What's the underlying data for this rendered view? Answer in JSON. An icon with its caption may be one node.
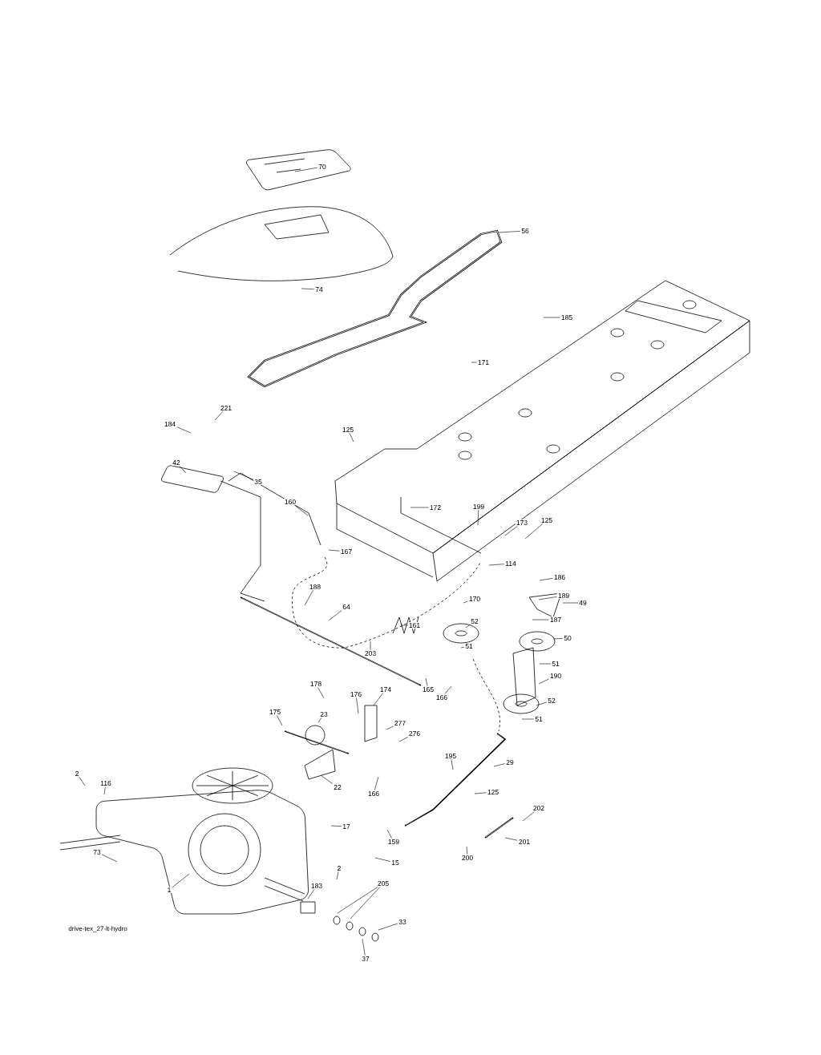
{
  "diagram": {
    "nodes": [
      {
        "text": [
          "70"
        ]
      },
      {
        "text": [
          "56"
        ]
      },
      {
        "text": [
          "74"
        ]
      },
      {
        "text": [
          "185"
        ]
      },
      {
        "text": [
          "171"
        ]
      },
      {
        "text": [
          "221"
        ]
      },
      {
        "text": [
          "184"
        ]
      },
      {
        "text": [
          "125"
        ]
      },
      {
        "text": [
          "42"
        ]
      },
      {
        "text": [
          "35"
        ]
      },
      {
        "text": [
          "160"
        ]
      },
      {
        "text": [
          "172"
        ]
      },
      {
        "text": [
          "199"
        ]
      },
      {
        "text": [
          "173"
        ]
      },
      {
        "text": [
          "125"
        ]
      },
      {
        "text": [
          "167"
        ]
      },
      {
        "text": [
          "114"
        ]
      },
      {
        "text": [
          "186"
        ]
      },
      {
        "text": [
          "188"
        ]
      },
      {
        "text": [
          "170"
        ]
      },
      {
        "text": [
          "189"
        ]
      },
      {
        "text": [
          "49"
        ]
      },
      {
        "text": [
          "64"
        ]
      },
      {
        "text": [
          "52"
        ]
      },
      {
        "text": [
          "161"
        ]
      },
      {
        "text": [
          "187"
        ]
      },
      {
        "text": [
          "50"
        ]
      },
      {
        "text": [
          "51"
        ]
      },
      {
        "text": [
          "203"
        ]
      },
      {
        "text": [
          "51"
        ]
      },
      {
        "text": [
          "190"
        ]
      },
      {
        "text": [
          "165"
        ]
      },
      {
        "text": [
          "166"
        ]
      },
      {
        "text": [
          "178"
        ]
      },
      {
        "text": [
          "174"
        ]
      },
      {
        "text": [
          "52"
        ]
      },
      {
        "text": [
          "23"
        ]
      },
      {
        "text": [
          "176"
        ]
      },
      {
        "text": [
          "175"
        ]
      },
      {
        "text": [
          "51"
        ]
      },
      {
        "text": [
          "277"
        ]
      },
      {
        "text": [
          "276"
        ]
      },
      {
        "text": [
          "195"
        ]
      },
      {
        "text": [
          "29"
        ]
      },
      {
        "text": [
          "2"
        ]
      },
      {
        "text": [
          "116"
        ]
      },
      {
        "text": [
          "22"
        ]
      },
      {
        "text": [
          "166"
        ]
      },
      {
        "text": [
          "125"
        ]
      },
      {
        "text": [
          "202"
        ]
      },
      {
        "text": [
          "17"
        ]
      },
      {
        "text": [
          "159"
        ]
      },
      {
        "text": [
          "15"
        ]
      },
      {
        "text": [
          "201"
        ]
      },
      {
        "text": [
          "73"
        ]
      },
      {
        "text": [
          "200"
        ]
      },
      {
        "text": [
          "2"
        ]
      },
      {
        "text": [
          "1"
        ]
      },
      {
        "text": [
          "183"
        ]
      },
      {
        "text": [
          "205"
        ]
      },
      {
        "text": [
          "37"
        ]
      },
      {
        "text": [
          "33"
        ]
      }
    ],
    "edges": [
      {
        "from": 0,
        "to": null,
        "arrow": "none"
      },
      {
        "from": 1,
        "to": null,
        "arrow": "none"
      },
      {
        "from": 2,
        "to": null,
        "arrow": "none"
      },
      {
        "from": 3,
        "to": null,
        "arrow": "none"
      },
      {
        "from": 4,
        "to": null,
        "arrow": "none"
      },
      {
        "from": 5,
        "to": null,
        "arrow": "none"
      },
      {
        "from": 6,
        "to": null,
        "arrow": "none"
      },
      {
        "from": 7,
        "to": null,
        "arrow": "none"
      },
      {
        "from": 8,
        "to": null,
        "arrow": "none"
      },
      {
        "from": 9,
        "to": null,
        "arrow": "none"
      },
      {
        "from": 10,
        "to": null,
        "arrow": "none"
      },
      {
        "from": 11,
        "to": null,
        "arrow": "none"
      },
      {
        "from": 12,
        "to": null,
        "arrow": "none"
      },
      {
        "from": 13,
        "to": null,
        "arrow": "none"
      },
      {
        "from": 14,
        "to": null,
        "arrow": "none"
      },
      {
        "from": 15,
        "to": null,
        "arrow": "none"
      },
      {
        "from": 16,
        "to": null,
        "arrow": "none"
      },
      {
        "from": 17,
        "to": null,
        "arrow": "none"
      },
      {
        "from": 18,
        "to": null,
        "arrow": "none"
      },
      {
        "from": 19,
        "to": null,
        "arrow": "none"
      },
      {
        "from": 20,
        "to": null,
        "arrow": "none"
      },
      {
        "from": 21,
        "to": null,
        "arrow": "none"
      },
      {
        "from": 22,
        "to": null,
        "arrow": "none"
      },
      {
        "from": 23,
        "to": null,
        "arrow": "none"
      },
      {
        "from": 24,
        "to": null,
        "arrow": "none"
      },
      {
        "from": 25,
        "to": null,
        "arrow": "none"
      },
      {
        "from": 26,
        "to": null,
        "arrow": "none"
      },
      {
        "from": 27,
        "to": null,
        "arrow": "none"
      },
      {
        "from": 28,
        "to": null,
        "arrow": "none"
      },
      {
        "from": 29,
        "to": null,
        "arrow": "none"
      },
      {
        "from": 30,
        "to": null,
        "arrow": "none"
      },
      {
        "from": 31,
        "to": null,
        "arrow": "none"
      },
      {
        "from": 32,
        "to": null,
        "arrow": "none"
      },
      {
        "from": 33,
        "to": null,
        "arrow": "none"
      },
      {
        "from": 34,
        "to": null,
        "arrow": "none"
      },
      {
        "from": 35,
        "to": null,
        "arrow": "none"
      },
      {
        "from": 36,
        "to": null,
        "arrow": "none"
      },
      {
        "from": 37,
        "to": null,
        "arrow": "none"
      },
      {
        "from": 38,
        "to": null,
        "arrow": "none"
      },
      {
        "from": 39,
        "to": null,
        "arrow": "none"
      },
      {
        "from": 40,
        "to": null,
        "arrow": "none"
      },
      {
        "from": 41,
        "to": null,
        "arrow": "none"
      },
      {
        "from": 42,
        "to": null,
        "arrow": "none"
      },
      {
        "from": 43,
        "to": null,
        "arrow": "none"
      },
      {
        "from": 44,
        "to": null,
        "arrow": "none"
      },
      {
        "from": 45,
        "to": null,
        "arrow": "none"
      },
      {
        "from": 46,
        "to": null,
        "arrow": "none"
      },
      {
        "from": 47,
        "to": null,
        "arrow": "none"
      },
      {
        "from": 48,
        "to": null,
        "arrow": "none"
      },
      {
        "from": 49,
        "to": null,
        "arrow": "none"
      },
      {
        "from": 50,
        "to": null,
        "arrow": "none"
      },
      {
        "from": 51,
        "to": null,
        "arrow": "none"
      },
      {
        "from": 52,
        "to": null,
        "arrow": "none"
      },
      {
        "from": 53,
        "to": null,
        "arrow": "none"
      },
      {
        "from": 54,
        "to": null,
        "arrow": "none"
      },
      {
        "from": 55,
        "to": null,
        "arrow": "none"
      },
      {
        "from": 56,
        "to": null,
        "arrow": "none"
      },
      {
        "from": 57,
        "to": null,
        "arrow": "none"
      },
      {
        "from": 58,
        "to": null,
        "arrow": "none"
      },
      {
        "from": 59,
        "to": null,
        "arrow": "none"
      },
      {
        "from": 59,
        "to": null,
        "arrow": "none"
      },
      {
        "from": 60,
        "to": null,
        "arrow": "none"
      },
      {
        "from": 61,
        "to": null,
        "arrow": "none"
      }
    ],
    "labels": [
      "drive-tex_27-lt-hydro"
    ]
  }
}
